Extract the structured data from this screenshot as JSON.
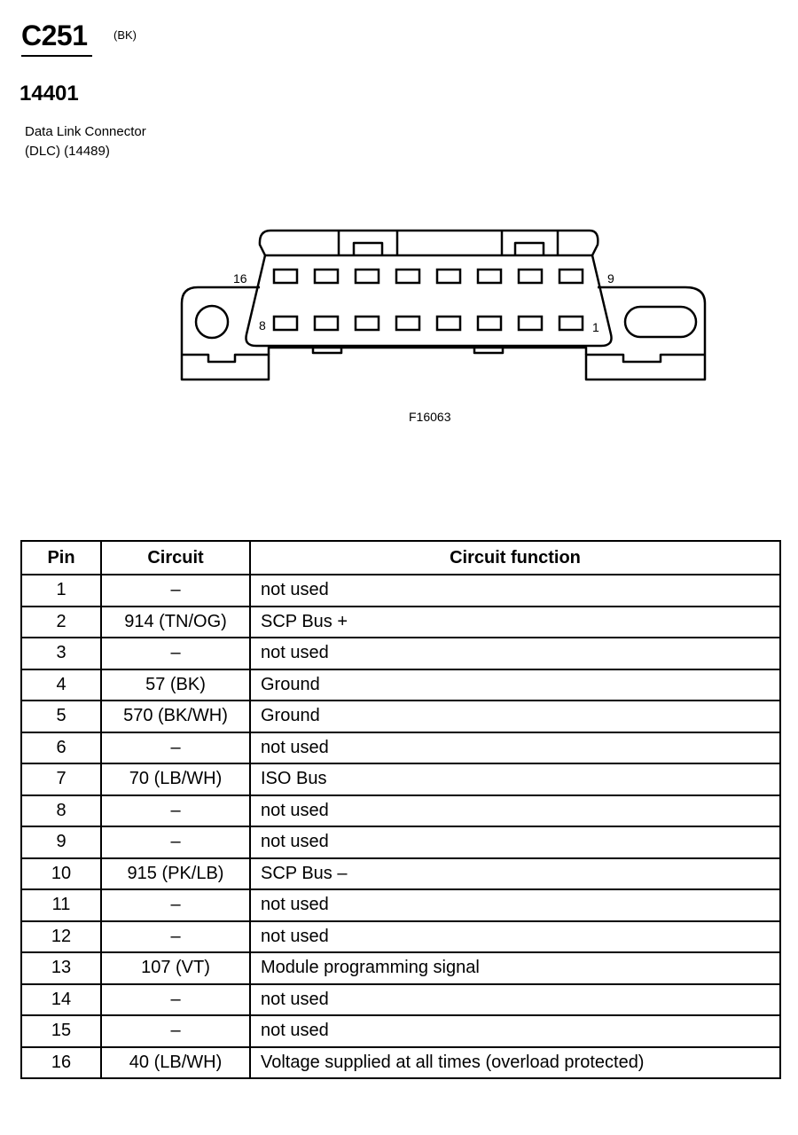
{
  "header": {
    "connector_id": "C251",
    "color_code": "(BK)",
    "part_number": "14401",
    "description_line1": "Data Link Connector",
    "description_line2": "(DLC) (14489)"
  },
  "diagram": {
    "pin_labels": {
      "top_left": "16",
      "top_right": "9",
      "bottom_left": "8",
      "bottom_right": "1"
    },
    "figure_label": "F16063"
  },
  "table": {
    "headers": [
      "Pin",
      "Circuit",
      "Circuit function"
    ],
    "rows": [
      {
        "pin": "1",
        "circuit": "–",
        "function": "not used"
      },
      {
        "pin": "2",
        "circuit": "914 (TN/OG)",
        "function": "SCP Bus +"
      },
      {
        "pin": "3",
        "circuit": "–",
        "function": "not used"
      },
      {
        "pin": "4",
        "circuit": "57 (BK)",
        "function": "Ground"
      },
      {
        "pin": "5",
        "circuit": "570 (BK/WH)",
        "function": "Ground"
      },
      {
        "pin": "6",
        "circuit": "–",
        "function": "not used"
      },
      {
        "pin": "7",
        "circuit": "70 (LB/WH)",
        "function": "ISO Bus"
      },
      {
        "pin": "8",
        "circuit": "–",
        "function": "not used"
      },
      {
        "pin": "9",
        "circuit": "–",
        "function": "not used"
      },
      {
        "pin": "10",
        "circuit": "915 (PK/LB)",
        "function": "SCP Bus –"
      },
      {
        "pin": "11",
        "circuit": "–",
        "function": "not used"
      },
      {
        "pin": "12",
        "circuit": "–",
        "function": "not used"
      },
      {
        "pin": "13",
        "circuit": "107 (VT)",
        "function": "Module programming signal"
      },
      {
        "pin": "14",
        "circuit": "–",
        "function": "not used"
      },
      {
        "pin": "15",
        "circuit": "–",
        "function": "not used"
      },
      {
        "pin": "16",
        "circuit": "40 (LB/WH)",
        "function": "Voltage supplied at all times (overload protected)"
      }
    ]
  }
}
